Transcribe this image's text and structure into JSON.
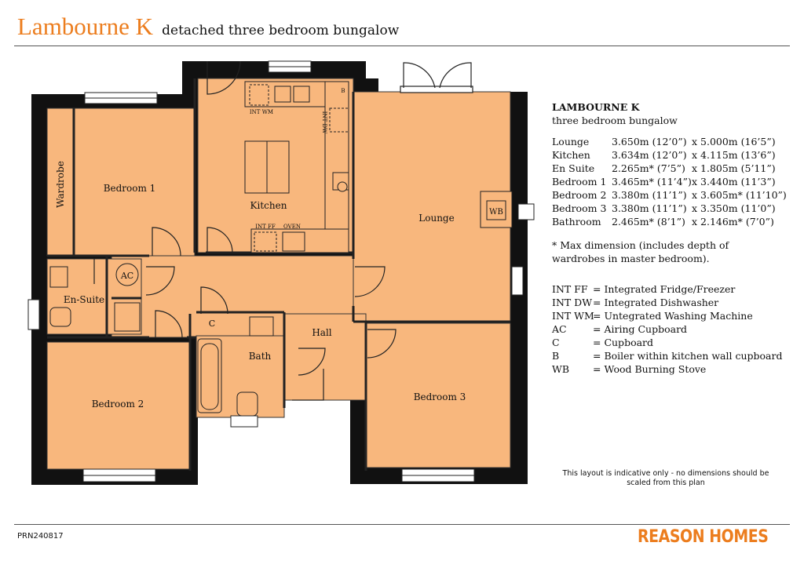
{
  "header": {
    "title": "Lambourne K",
    "subtitle": "detached three bedroom bungalow"
  },
  "plan": {
    "rooms": {
      "bedroom1": "Bedroom 1",
      "wardrobe": "Wardrobe",
      "kitchen": "Kitchen",
      "lounge": "Lounge",
      "ensuite": "En-Suite",
      "hall": "Hall",
      "bath": "Bath",
      "bedroom2": "Bedroom 2",
      "bedroom3": "Bedroom 3"
    },
    "fixtures": {
      "int_wm": "INT WM",
      "int_dw": "INT DW",
      "int_ff": "INT FF",
      "oven": "OVEN",
      "boiler": "B",
      "ac": "AC",
      "cupboard": "C",
      "wb": "WB"
    },
    "colors": {
      "floor": "#f8b77d",
      "wall": "#111111"
    }
  },
  "panel": {
    "title": "LAMBOURNE K",
    "subtitle": "three bedroom bungalow",
    "dimensions": [
      {
        "room": "Lounge",
        "width": "3.650m (12’0”)",
        "length": "x 5.000m (16’5”)"
      },
      {
        "room": "Kitchen",
        "width": "3.634m (12’0”)",
        "length": "x 4.115m (13’6”)"
      },
      {
        "room": "En Suite",
        "width": "2.265m* (7’5”)",
        "length": "x 1.805m (5’11”)"
      },
      {
        "room": "Bedroom 1",
        "width": "3.465m* (11’4”)",
        "length": "x 3.440m (11’3”)"
      },
      {
        "room": "Bedroom 2",
        "width": "3.380m (11’1”)",
        "length": "x 3.605m* (11’10”)"
      },
      {
        "room": "Bedroom 3",
        "width": "3.380m (11’1”)",
        "length": "x 3.350m (11’0”)"
      },
      {
        "room": "Bathroom",
        "width": "2.465m* (8’1”)",
        "length": "x 2.146m* (7’0”)"
      }
    ],
    "note": "* Max dimension (includes depth of wardrobes in master bedroom).",
    "legend": [
      {
        "key": "INT FF",
        "value": "= Integrated Fridge/Freezer"
      },
      {
        "key": "INT DW",
        "value": "= Integrated Dishwasher"
      },
      {
        "key": "INT WM",
        "value": "= Untegrated Washing Machine"
      },
      {
        "key": "AC",
        "value": "= Airing Cupboard"
      },
      {
        "key": "C",
        "value": "= Cupboard"
      },
      {
        "key": "B",
        "value": "= Boiler within kitchen wall cupboard"
      },
      {
        "key": "WB",
        "value": "= Wood Burning Stove"
      }
    ]
  },
  "footer": {
    "disclaimer": "This layout is indicative only - no dimensions should be scaled from this plan",
    "code": "PRN240817",
    "brand": "REASON HOMES"
  }
}
